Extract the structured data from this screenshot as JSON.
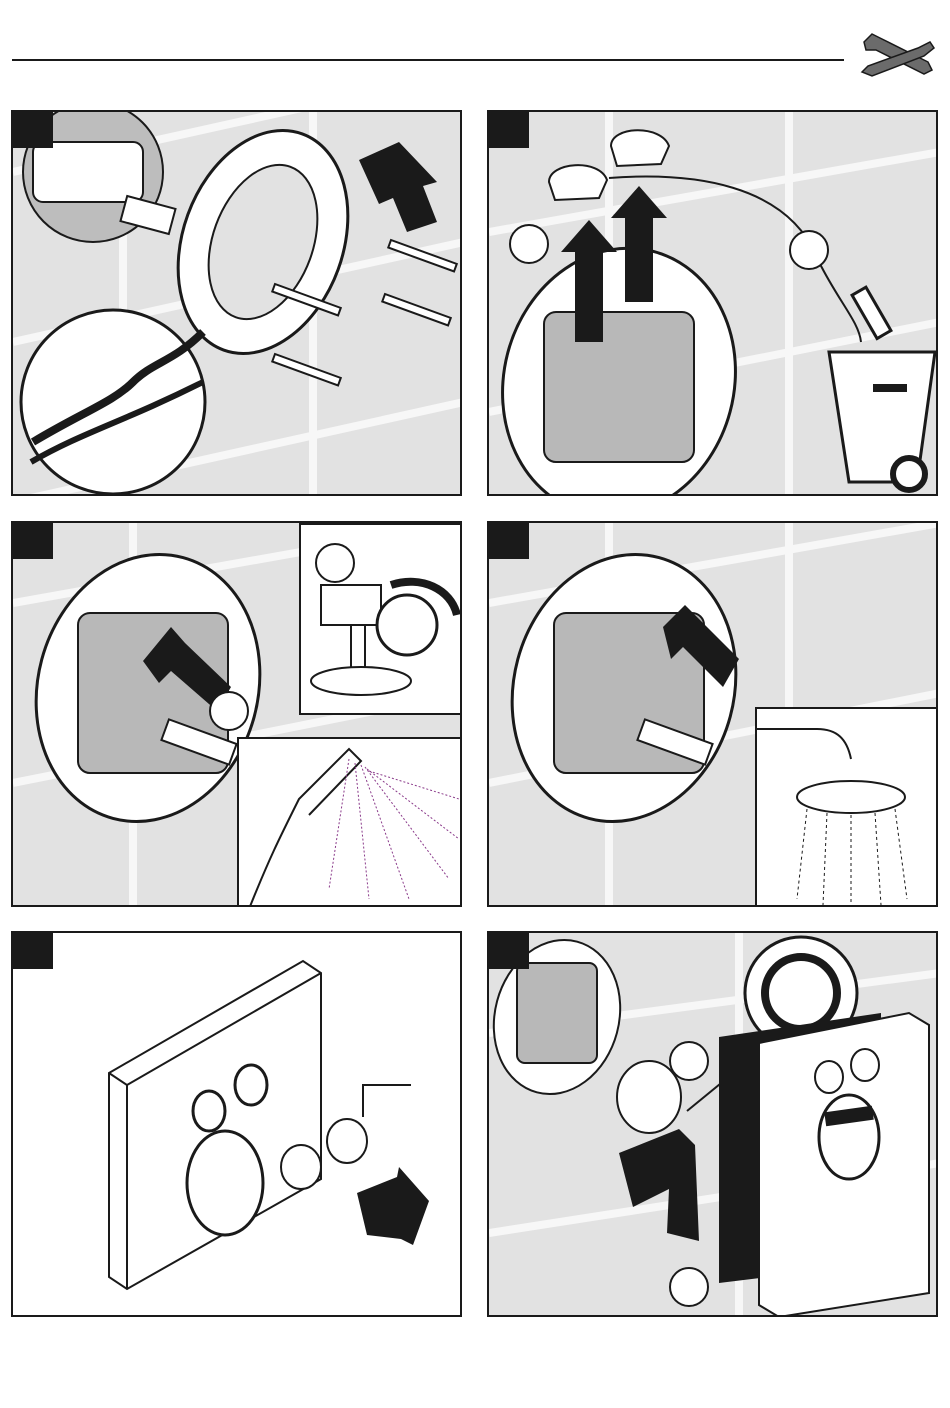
{
  "page": {
    "header_icon": "tools-icon"
  },
  "steps": [
    {
      "id": 1,
      "illustration": "remove-plaster-guard-and-screws"
    },
    {
      "id": 2,
      "illustration": "remove-caps-dispose"
    },
    {
      "id": 3,
      "illustration": "flush-handshower-outlet"
    },
    {
      "id": 4,
      "illustration": "flush-overhead-shower-outlet"
    },
    {
      "id": 5,
      "illustration": "insert-buttons-into-trim"
    },
    {
      "id": 6,
      "illustration": "mount-trim-plate"
    }
  ],
  "colors": {
    "tile": "#e2e2e2",
    "grout": "#f7f7f7",
    "ink": "#1a1a1a",
    "spray": "#8a3a8a"
  }
}
